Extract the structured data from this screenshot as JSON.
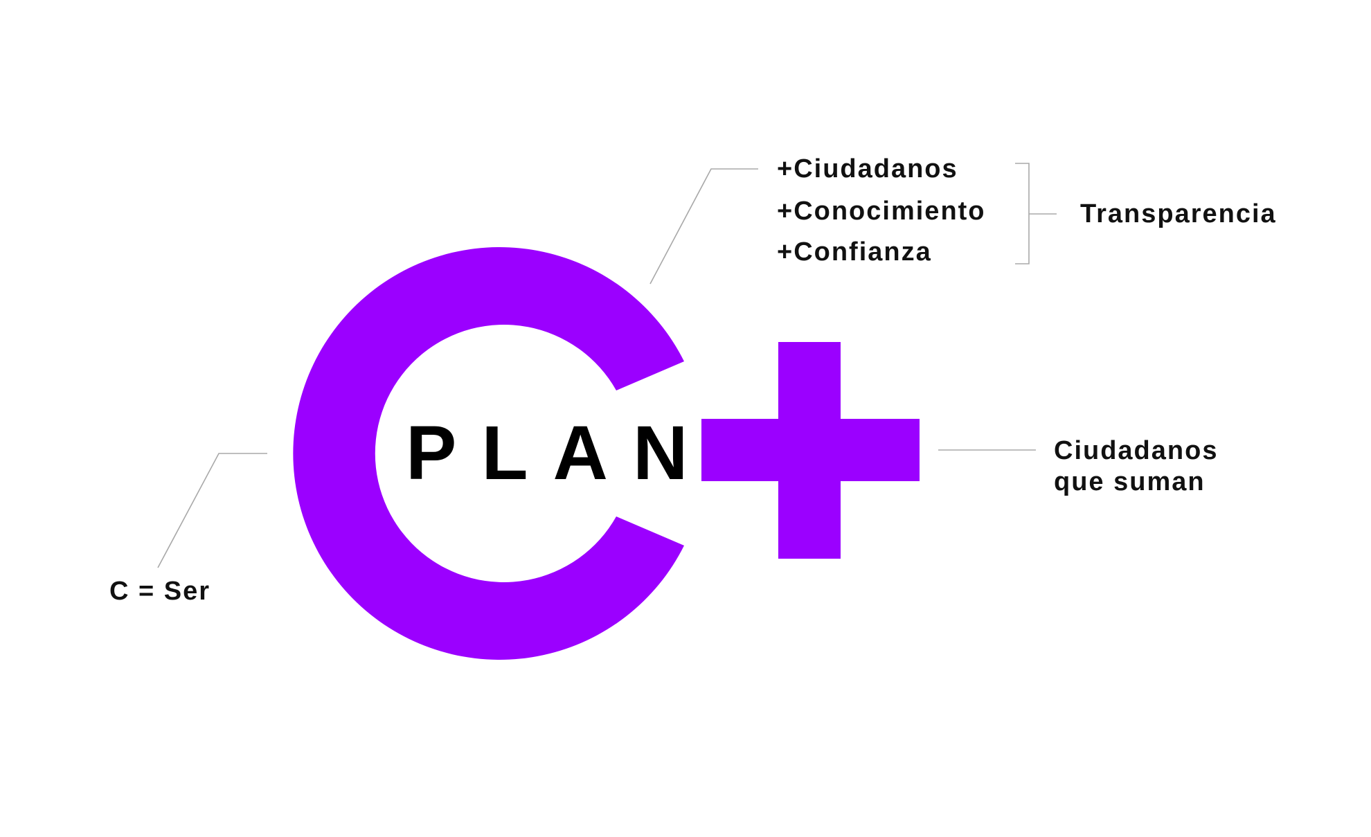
{
  "logo": {
    "word": "PLAN",
    "accent_color": "#9b00ff",
    "text_color": "#000000"
  },
  "labels": {
    "c_meaning": "C = Ser",
    "plus_list": [
      "+Ciudadanos",
      "+Conocimiento",
      "+Confianza"
    ],
    "group_result": "Transparencia",
    "plus_meaning_line1": "Ciudadanos",
    "plus_meaning_line2": "que suman"
  },
  "colors": {
    "leader_line": "#a8a8a8",
    "label_text": "#111111",
    "background": "#ffffff"
  }
}
